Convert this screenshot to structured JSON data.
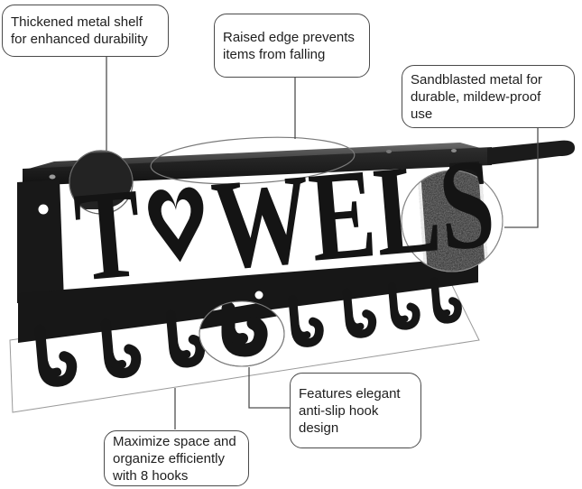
{
  "callouts": [
    {
      "id": "thickened-shelf",
      "label": "Thickened metal shelf\nfor enhanced durability"
    },
    {
      "id": "raised-edge",
      "label": "Raised edge prevents\nitems from falling"
    },
    {
      "id": "sandblasted",
      "label": "Sandblasted metal for\ndurable, mildew-proof\nuse"
    },
    {
      "id": "anti-slip-hooks",
      "label": "Features elegant\nanti-slip hook\ndesign"
    },
    {
      "id": "eight-hooks",
      "label": "Maximize space and\norganize efficiently\nwith 8 hooks"
    }
  ],
  "product": {
    "sign_full": "TOWELS",
    "sign_before_heart": "T",
    "sign_after_heart": "WELS",
    "heart_symbol": "♥",
    "hook_count": 8,
    "colors": {
      "metal": "#171717",
      "callout_border": "#4a4a4a",
      "leader_line": "#4f4f4f",
      "background": "#ffffff"
    }
  }
}
